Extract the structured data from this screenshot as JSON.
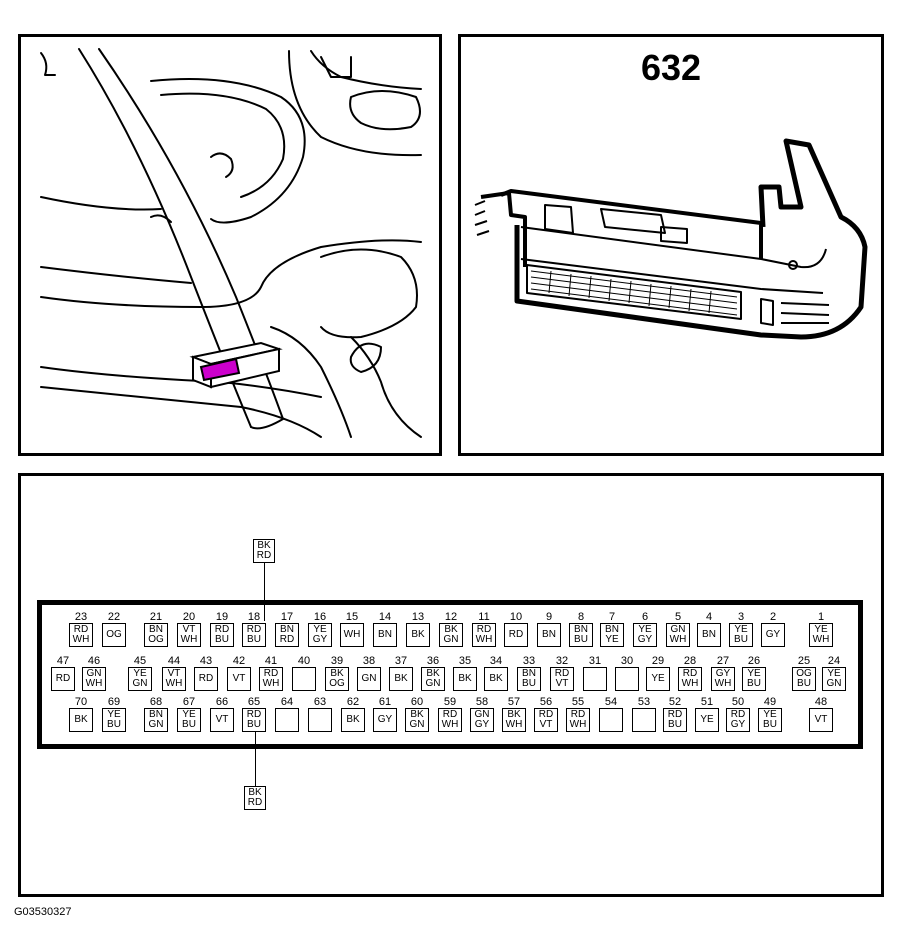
{
  "figure_code": "G03530327",
  "connector_number": "632",
  "upper_wire_tag": [
    "BK",
    "RD"
  ],
  "lower_wire_tag": [
    "BK",
    "RD"
  ],
  "pins": [
    {
      "n": "23",
      "c": [
        "RD",
        "WH"
      ]
    },
    {
      "n": "22",
      "c": [
        "OG"
      ]
    },
    {
      "n": "21",
      "c": [
        "BN",
        "OG"
      ]
    },
    {
      "n": "20",
      "c": [
        "VT",
        "WH"
      ]
    },
    {
      "n": "19",
      "c": [
        "RD",
        "BU"
      ]
    },
    {
      "n": "18",
      "c": [
        "RD",
        "BU"
      ]
    },
    {
      "n": "17",
      "c": [
        "BN",
        "RD"
      ]
    },
    {
      "n": "16",
      "c": [
        "YE",
        "GY"
      ]
    },
    {
      "n": "15",
      "c": [
        "WH"
      ]
    },
    {
      "n": "14",
      "c": [
        "BN"
      ]
    },
    {
      "n": "13",
      "c": [
        "BK"
      ]
    },
    {
      "n": "12",
      "c": [
        "BK",
        "GN"
      ]
    },
    {
      "n": "11",
      "c": [
        "RD",
        "WH"
      ]
    },
    {
      "n": "10",
      "c": [
        "RD"
      ]
    },
    {
      "n": "9",
      "c": [
        "BN"
      ]
    },
    {
      "n": "8",
      "c": [
        "BN",
        "BU"
      ]
    },
    {
      "n": "7",
      "c": [
        "BN",
        "YE"
      ]
    },
    {
      "n": "6",
      "c": [
        "YE",
        "GY"
      ]
    },
    {
      "n": "5",
      "c": [
        "GN",
        "WH"
      ]
    },
    {
      "n": "4",
      "c": [
        "BN"
      ]
    },
    {
      "n": "3",
      "c": [
        "YE",
        "BU"
      ]
    },
    {
      "n": "2",
      "c": [
        "GY"
      ]
    },
    {
      "n": "1",
      "c": [
        "YE",
        "WH"
      ]
    },
    {
      "n": "47",
      "c": [
        "RD"
      ]
    },
    {
      "n": "46",
      "c": [
        "GN",
        "WH"
      ]
    },
    {
      "n": "45",
      "c": [
        "YE",
        "GN"
      ]
    },
    {
      "n": "44",
      "c": [
        "VT",
        "WH"
      ]
    },
    {
      "n": "43",
      "c": [
        "RD"
      ]
    },
    {
      "n": "42",
      "c": [
        "VT"
      ]
    },
    {
      "n": "41",
      "c": [
        "RD",
        "WH"
      ]
    },
    {
      "n": "40",
      "c": []
    },
    {
      "n": "39",
      "c": [
        "BK",
        "OG"
      ]
    },
    {
      "n": "38",
      "c": [
        "GN"
      ]
    },
    {
      "n": "37",
      "c": [
        "BK"
      ]
    },
    {
      "n": "36",
      "c": [
        "BK",
        "GN"
      ]
    },
    {
      "n": "35",
      "c": [
        "BK"
      ]
    },
    {
      "n": "34",
      "c": [
        "BK"
      ]
    },
    {
      "n": "33",
      "c": [
        "BN",
        "BU"
      ]
    },
    {
      "n": "32",
      "c": [
        "RD",
        "VT"
      ]
    },
    {
      "n": "31",
      "c": []
    },
    {
      "n": "30",
      "c": []
    },
    {
      "n": "29",
      "c": [
        "YE"
      ]
    },
    {
      "n": "28",
      "c": [
        "RD",
        "WH"
      ]
    },
    {
      "n": "27",
      "c": [
        "GY",
        "WH"
      ]
    },
    {
      "n": "26",
      "c": [
        "YE",
        "BU"
      ]
    },
    {
      "n": "25",
      "c": [
        "OG",
        "BU"
      ]
    },
    {
      "n": "24",
      "c": [
        "YE",
        "GN"
      ]
    },
    {
      "n": "70",
      "c": [
        "BK"
      ]
    },
    {
      "n": "69",
      "c": [
        "YE",
        "BU"
      ]
    },
    {
      "n": "68",
      "c": [
        "BN",
        "GN"
      ]
    },
    {
      "n": "67",
      "c": [
        "YE",
        "BU"
      ]
    },
    {
      "n": "66",
      "c": [
        "VT"
      ]
    },
    {
      "n": "65",
      "c": [
        "RD",
        "BU"
      ]
    },
    {
      "n": "64",
      "c": []
    },
    {
      "n": "63",
      "c": []
    },
    {
      "n": "62",
      "c": [
        "BK"
      ]
    },
    {
      "n": "61",
      "c": [
        "GY"
      ]
    },
    {
      "n": "60",
      "c": [
        "BK",
        "GN"
      ]
    },
    {
      "n": "59",
      "c": [
        "RD",
        "WH"
      ]
    },
    {
      "n": "58",
      "c": [
        "GN",
        "GY"
      ]
    },
    {
      "n": "57",
      "c": [
        "BK",
        "WH"
      ]
    },
    {
      "n": "56",
      "c": [
        "RD",
        "VT"
      ]
    },
    {
      "n": "55",
      "c": [
        "RD",
        "WH"
      ]
    },
    {
      "n": "54",
      "c": []
    },
    {
      "n": "53",
      "c": []
    },
    {
      "n": "52",
      "c": [
        "RD",
        "BU"
      ]
    },
    {
      "n": "51",
      "c": [
        "YE"
      ]
    },
    {
      "n": "50",
      "c": [
        "RD",
        "GY"
      ]
    },
    {
      "n": "49",
      "c": [
        "YE",
        "BU"
      ]
    },
    {
      "n": "48",
      "c": [
        "VT"
      ]
    }
  ],
  "colors": {
    "highlight": "#cc00cc",
    "line": "#000000"
  }
}
